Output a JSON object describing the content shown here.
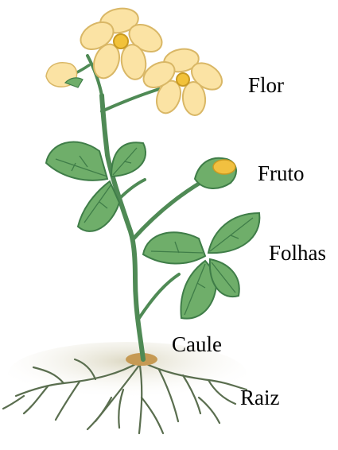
{
  "labels": {
    "flower": "Flor",
    "fruit": "Fruto",
    "leaves": "Folhas",
    "stem": "Caule",
    "root": "Raiz"
  },
  "colors": {
    "petal": "#fbe3a4",
    "petal_edge": "#d9b766",
    "flower_center": "#f2c23a",
    "leaf": "#6fae6a",
    "leaf_dark": "#3f7d48",
    "stem": "#4f8a55",
    "root": "#5a6e4f",
    "root_base": "#c69a54",
    "bud_fruit": "#f1c040"
  }
}
